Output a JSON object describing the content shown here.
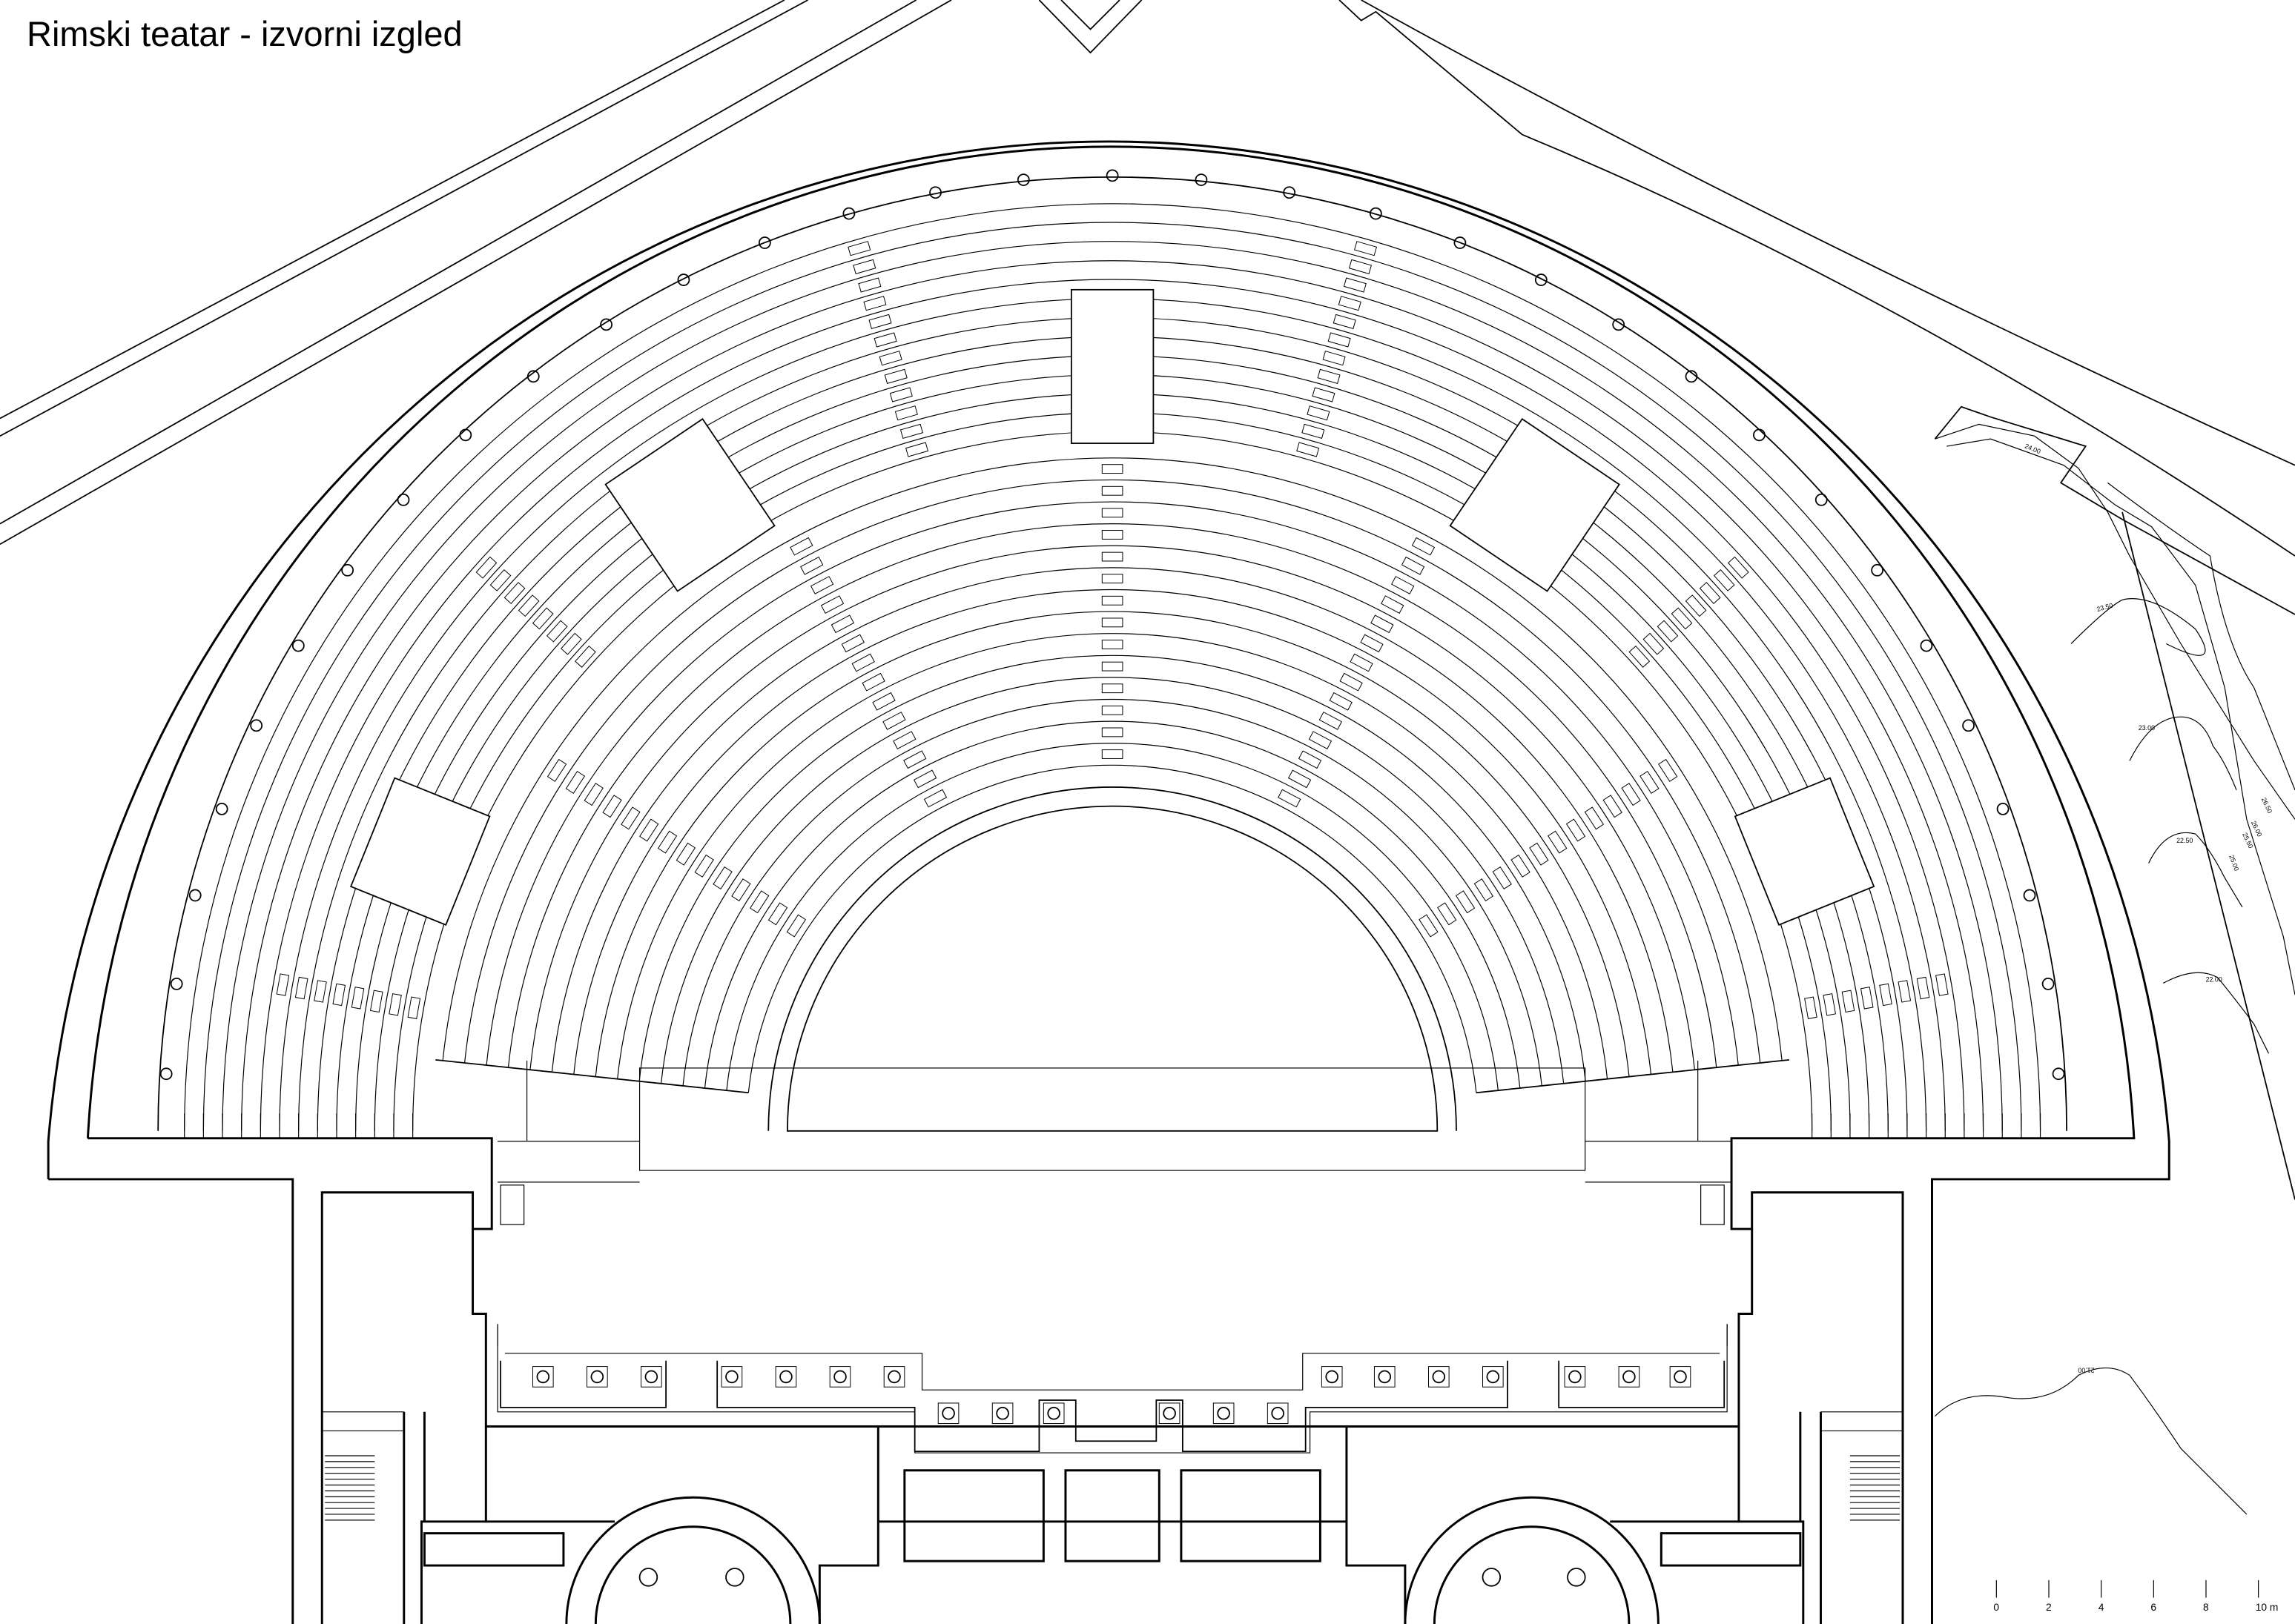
{
  "title": "Rimski teatar - izvorni izgled",
  "scale_bar": {
    "ticks": [
      "0",
      "2",
      "4",
      "6",
      "8",
      "10 m"
    ]
  },
  "contours": {
    "c2400": "24.00",
    "c2350": "23.50",
    "c2300": "23.00",
    "c2250": "22.50",
    "c2200": "22.00",
    "c2500": "25.00",
    "c2550": "25.50",
    "c2600": "26.00",
    "c2650": "26.50",
    "c2100": "21.00"
  }
}
